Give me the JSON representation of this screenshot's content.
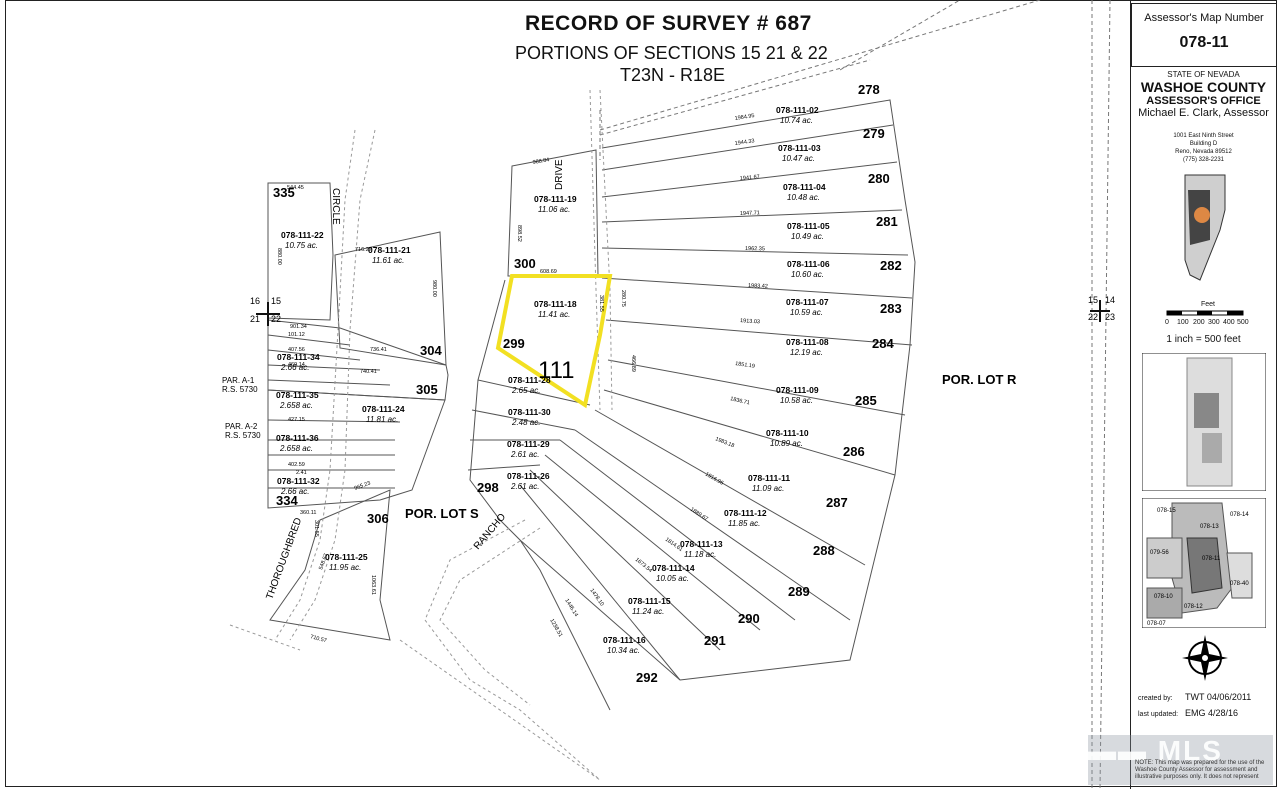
{
  "title": "RECORD OF SURVEY # 687",
  "subtitle": "PORTIONS OF SECTIONS 15 21 & 22",
  "township": "T23N - R18E",
  "sidebar": {
    "map_number_label": "Assessor's Map Number",
    "map_number": "078-11",
    "state": "STATE OF NEVADA",
    "county": "WASHOE COUNTY",
    "office": "ASSESSOR'S OFFICE",
    "assessor": "Michael E. Clark, Assessor",
    "address": [
      "1001 East Ninth Street",
      "Building D",
      "Reno, Nevada 89512",
      "(775) 328-2231"
    ],
    "scale_unit": "Feet",
    "scale_ticks": [
      "0",
      "100",
      "200",
      "300",
      "400",
      "500"
    ],
    "scale_note": "1 inch = 500 feet",
    "created_by_label": "created by:",
    "created_by": "TWT 04/06/2011",
    "last_updated_label": "last updated:",
    "last_updated": "EMG 4/28/16",
    "index_labels": [
      "078-15",
      "078-14",
      "078-13",
      "079-56",
      "078-11",
      "078-40",
      "078-10",
      "078-12",
      "078-07"
    ],
    "note_text": "NOTE: This map was prepared for the use of the Washoe County Assessor for assessment and illustrative purposes only. It does not represent"
  },
  "section_corners": [
    {
      "nw": "16",
      "ne": "15",
      "sw": "21",
      "se": "22"
    },
    {
      "nw": "15",
      "ne": "14",
      "sw": "22",
      "se": "23"
    }
  ],
  "highlight": {
    "parcel": "078-111-18",
    "color": "#f5e52a"
  },
  "big_label": "111",
  "roads": [
    "CIRCLE",
    "DRIVE",
    "THOROUGHBRED",
    "RANCHO"
  ],
  "lots": [
    "POR. LOT R",
    "POR. LOT S"
  ],
  "par_labels": [
    {
      "name": "PAR. A-1",
      "ref": "R.S. 5730"
    },
    {
      "name": "PAR. A-2",
      "ref": "R.S. 5730"
    }
  ],
  "parcels": [
    {
      "apn": "078-111-02",
      "acres": "10.74 ac."
    },
    {
      "apn": "078-111-03",
      "acres": "10.47 ac."
    },
    {
      "apn": "078-111-04",
      "acres": "10.48 ac."
    },
    {
      "apn": "078-111-05",
      "acres": "10.49 ac."
    },
    {
      "apn": "078-111-06",
      "acres": "10.60 ac."
    },
    {
      "apn": "078-111-07",
      "acres": "10.59 ac."
    },
    {
      "apn": "078-111-08",
      "acres": "12.19 ac."
    },
    {
      "apn": "078-111-09",
      "acres": "10.58 ac."
    },
    {
      "apn": "078-111-10",
      "acres": "10.89 ac."
    },
    {
      "apn": "078-111-11",
      "acres": "11.09 ac."
    },
    {
      "apn": "078-111-12",
      "acres": "11.85 ac."
    },
    {
      "apn": "078-111-13",
      "acres": "11.18 ac."
    },
    {
      "apn": "078-111-14",
      "acres": "10.05 ac."
    },
    {
      "apn": "078-111-15",
      "acres": "11.24 ac."
    },
    {
      "apn": "078-111-16",
      "acres": "10.34 ac."
    },
    {
      "apn": "078-111-18",
      "acres": "11.41 ac."
    },
    {
      "apn": "078-111-19",
      "acres": "11.06 ac."
    },
    {
      "apn": "078-111-21",
      "acres": "11.61 ac."
    },
    {
      "apn": "078-111-22",
      "acres": "10.75 ac."
    },
    {
      "apn": "078-111-24",
      "acres": "11.81 ac."
    },
    {
      "apn": "078-111-25",
      "acres": "11.95 ac."
    },
    {
      "apn": "078-111-26",
      "acres": "2.61 ac."
    },
    {
      "apn": "078-111-28",
      "acres": "2.65 ac."
    },
    {
      "apn": "078-111-29",
      "acres": "2.61 ac."
    },
    {
      "apn": "078-111-30",
      "acres": "2.48 ac."
    },
    {
      "apn": "078-111-32",
      "acres": "2.66 ac."
    },
    {
      "apn": "078-111-34",
      "acres": "2.66 ac."
    },
    {
      "apn": "078-111-35",
      "acres": "2.658 ac."
    },
    {
      "apn": "078-111-36",
      "acres": "2.658 ac."
    }
  ],
  "lot_numbers": [
    "278",
    "279",
    "280",
    "281",
    "282",
    "283",
    "284",
    "285",
    "286",
    "287",
    "288",
    "289",
    "290",
    "291",
    "292",
    "298",
    "299",
    "300",
    "304",
    "305",
    "306",
    "334",
    "335"
  ],
  "dimensions": [
    "1984.95",
    "1944.33",
    "1941.67",
    "1947.71",
    "1962.35",
    "1983.42",
    "1913.03",
    "1851.19",
    "1836.71",
    "1983.18",
    "1916.96",
    "1889.67",
    "1814.61",
    "1673.54",
    "1478.10",
    "1446.14",
    "1238.51",
    "988.84",
    "898.52",
    "608.69",
    "544.45",
    "880.00",
    "716.27",
    "980.00",
    "736.41",
    "740.41",
    "901.34",
    "101.12",
    "407.56",
    "469.14",
    "427.15",
    "402.59",
    "965.23",
    "1063.61",
    "710.57",
    "548.67",
    "301.55",
    "360.11",
    "2.41",
    "381.55",
    "280.75",
    "466.89"
  ]
}
